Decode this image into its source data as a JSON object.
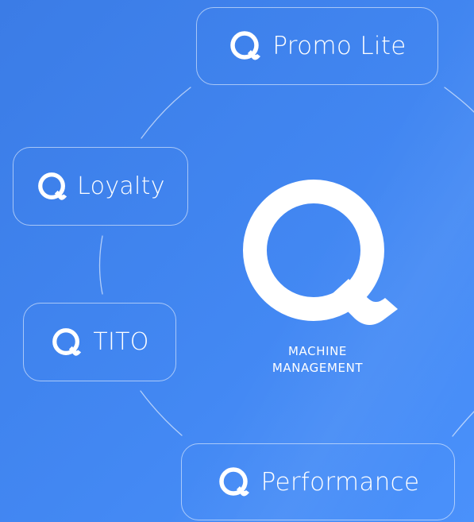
{
  "center": {
    "line1": "MACHINE",
    "line2": "MANAGEMENT"
  },
  "nodes": {
    "promo_lite": {
      "label": "Promo Lite",
      "icon": "q-logo-icon"
    },
    "loyalty": {
      "label": "Loyalty",
      "icon": "q-logo-icon"
    },
    "tito": {
      "label": "TITO",
      "icon": "q-logo-icon"
    },
    "performance": {
      "label": "Performance",
      "icon": "q-logo-icon"
    }
  },
  "colors": {
    "background": "#4287f2",
    "foreground": "#ffffff",
    "border": "rgba(255,255,255,0.55)"
  }
}
